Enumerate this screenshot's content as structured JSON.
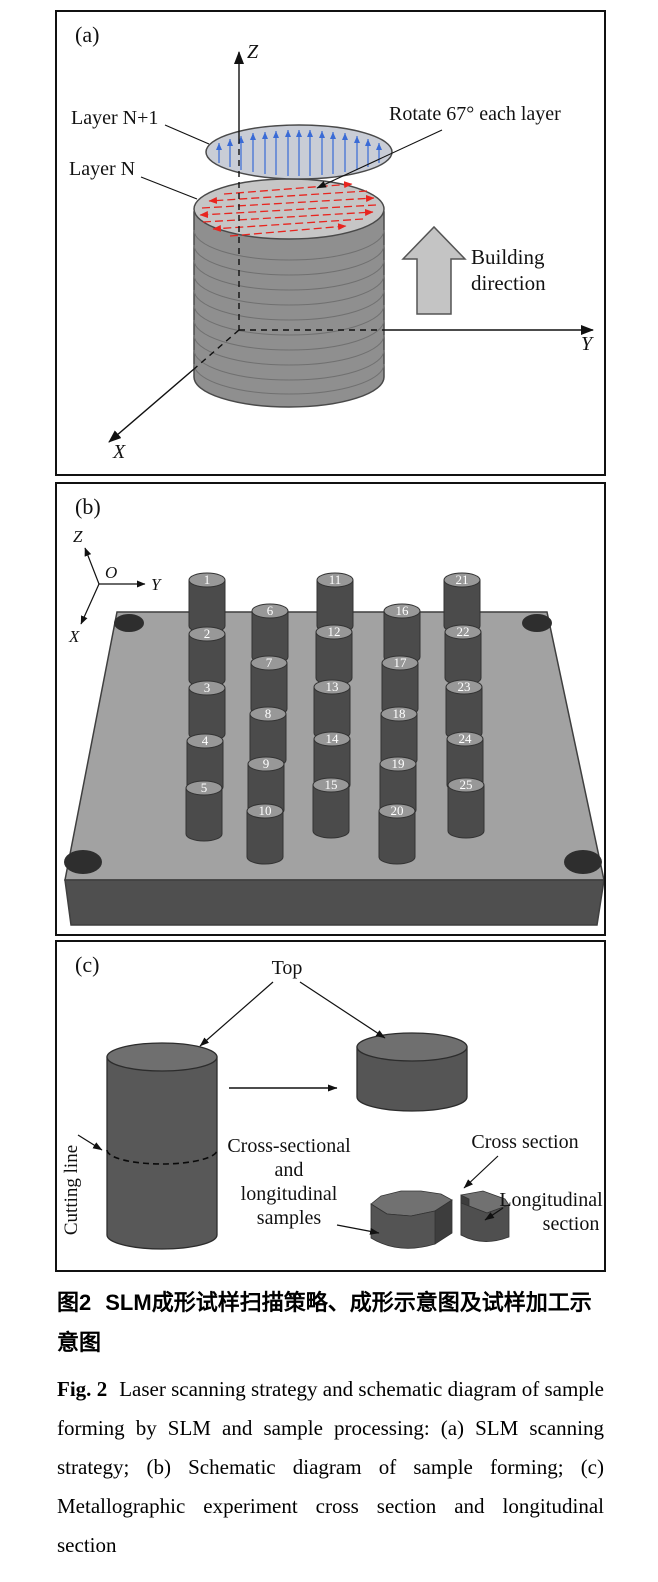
{
  "panel_a": {
    "label": "(a)",
    "axis_z": "Z",
    "axis_y": "Y",
    "axis_x": "X",
    "layer_n_plus_1": "Layer N+1",
    "layer_n": "Layer N",
    "rotate_note": "Rotate 67° each layer",
    "building_line1": "Building",
    "building_line2": "direction"
  },
  "panel_b": {
    "label": "(b)",
    "axis_z": "Z",
    "axis_y": "Y",
    "axis_x": "X",
    "origin": "O",
    "samples": [
      "1",
      "2",
      "3",
      "4",
      "5",
      "6",
      "7",
      "8",
      "9",
      "10",
      "11",
      "12",
      "13",
      "14",
      "15",
      "16",
      "17",
      "18",
      "19",
      "20",
      "21",
      "22",
      "23",
      "24",
      "25"
    ]
  },
  "panel_c": {
    "label": "(c)",
    "top_label": "Top",
    "cutting_line": "Cutting line",
    "samples_line1": "Cross-sectional",
    "samples_line2": "and",
    "samples_line3": "longitudinal",
    "samples_line4": "samples",
    "cross_section": "Cross section",
    "longitudinal_line1": "Longitudinal",
    "longitudinal_line2": "section"
  },
  "caption": {
    "zh_label": "图2",
    "zh_text": "SLM成形试样扫描策略、成形示意图及试样加工示意图",
    "fig_label": "Fig. 2",
    "en_text": "Laser scanning strategy and schematic diagram of sample forming by SLM and sample processing: (a) SLM scanning strategy; (b) Schematic diagram of sample forming; (c) Metallographic experiment cross section and longitudinal section"
  },
  "colors": {
    "scan_red": "#e8251f",
    "scan_blue": "#3a6bd6",
    "metal_gray": "#8f8f8f",
    "plate_gray": "#a2a2a2"
  }
}
